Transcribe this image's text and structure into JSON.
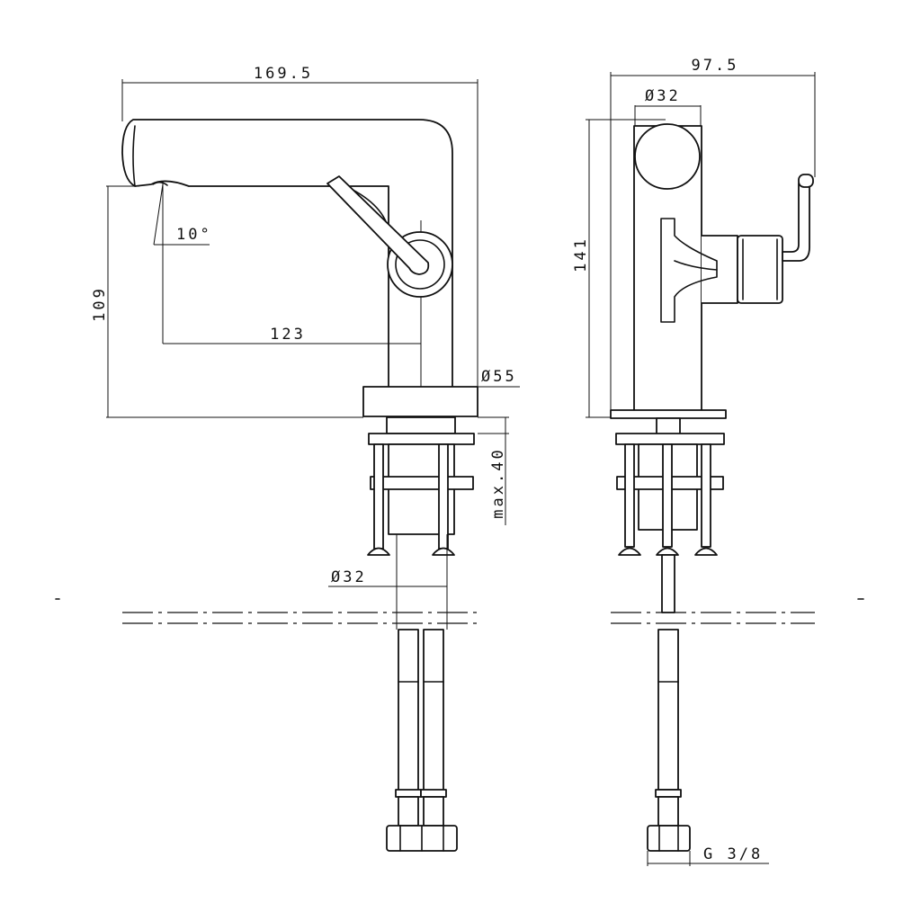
{
  "front_view": {
    "width_label": "169.5",
    "height_label": "109",
    "reach_label": "123",
    "angle_label": "10°",
    "base_diameter_label": "Ø55",
    "deck_thickness_label": "max.40",
    "tail_diameter_label": "Ø32"
  },
  "side_view": {
    "depth_label": "97.5",
    "spout_diameter_label": "Ø32",
    "height_label": "141",
    "thread_label": "G 3/8"
  }
}
